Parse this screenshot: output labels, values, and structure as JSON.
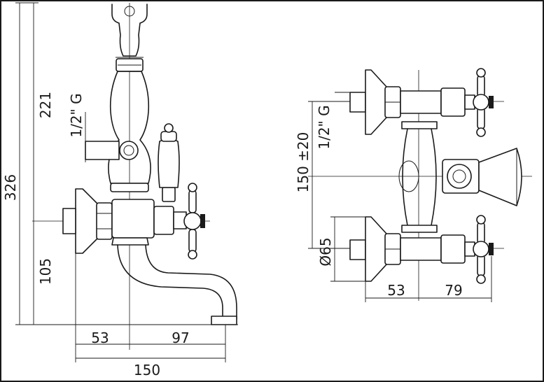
{
  "colors": {
    "line": "#1a1a1a",
    "background": "#ffffff"
  },
  "left_view": {
    "dim_total_height": "326",
    "dim_upper": "221",
    "dim_lower": "105",
    "thread": "1/2\" G",
    "dim_left_width": "53",
    "dim_right_width": "97",
    "dim_overall_width": "150"
  },
  "right_view": {
    "thread": "1/2\" G",
    "center_distance": "150 ±20",
    "diameter": "Ø65",
    "dim_left_width": "53",
    "dim_right_width": "79"
  }
}
